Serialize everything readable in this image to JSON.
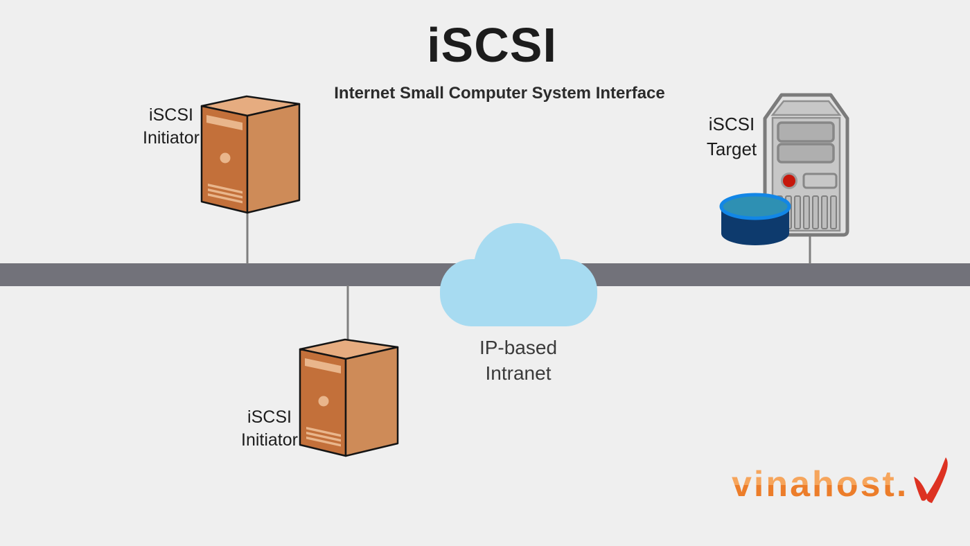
{
  "title": "iSCSI",
  "subtitle": "Internet Small Computer System Interface",
  "nodes": {
    "initiator_top": {
      "label_line1": "iSCSI",
      "label_line2": "Initiator",
      "icon": "tower-server-icon"
    },
    "initiator_bottom": {
      "label_line1": "iSCSI",
      "label_line2": "Initiator",
      "icon": "tower-server-icon"
    },
    "target": {
      "label_line1": "iSCSI",
      "label_line2": "Target",
      "icon": "rack-server-icon",
      "storage_icon": "disk-cylinder-icon"
    },
    "network": {
      "label_line1": "IP-based",
      "label_line2": "Intranet",
      "icon": "cloud-icon"
    }
  },
  "logo": {
    "text": "vinahost.",
    "mark_icon": "v-checkmark-icon"
  },
  "colors": {
    "background": "#EFEFEF",
    "bus_gray": "#72727A",
    "connector_gray": "#7F7F7F",
    "cloud_blue": "#A7DBF1",
    "server_front": "#C3703A",
    "server_side": "#CE8B58",
    "server_top": "#E6AC80",
    "server_detail": "#E9B68C",
    "outline_dark": "#141414",
    "tower_body": "#E1E1E1",
    "tower_border": "#7B7B7B",
    "tower_panel": "#C7C7C7",
    "tower_panel_border": "#8F8F8F",
    "tower_bay": "#AFAFAF",
    "tower_bay_border": "#878787",
    "tower_vent": "#BDBDBD",
    "tower_vent_border": "#808080",
    "power_red": "#C6170B",
    "power_ring": "#9C9C9C",
    "disk_body": "#0D3A6D",
    "disk_top": "#2E90B3",
    "disk_rim": "#1286E6",
    "logo_orange_top": "#F6A55C",
    "logo_orange_bottom": "#EC7D2A",
    "logo_red": "#DD3222",
    "text_dark": "#1C1C1C",
    "text_medium": "#3A3A3A"
  }
}
